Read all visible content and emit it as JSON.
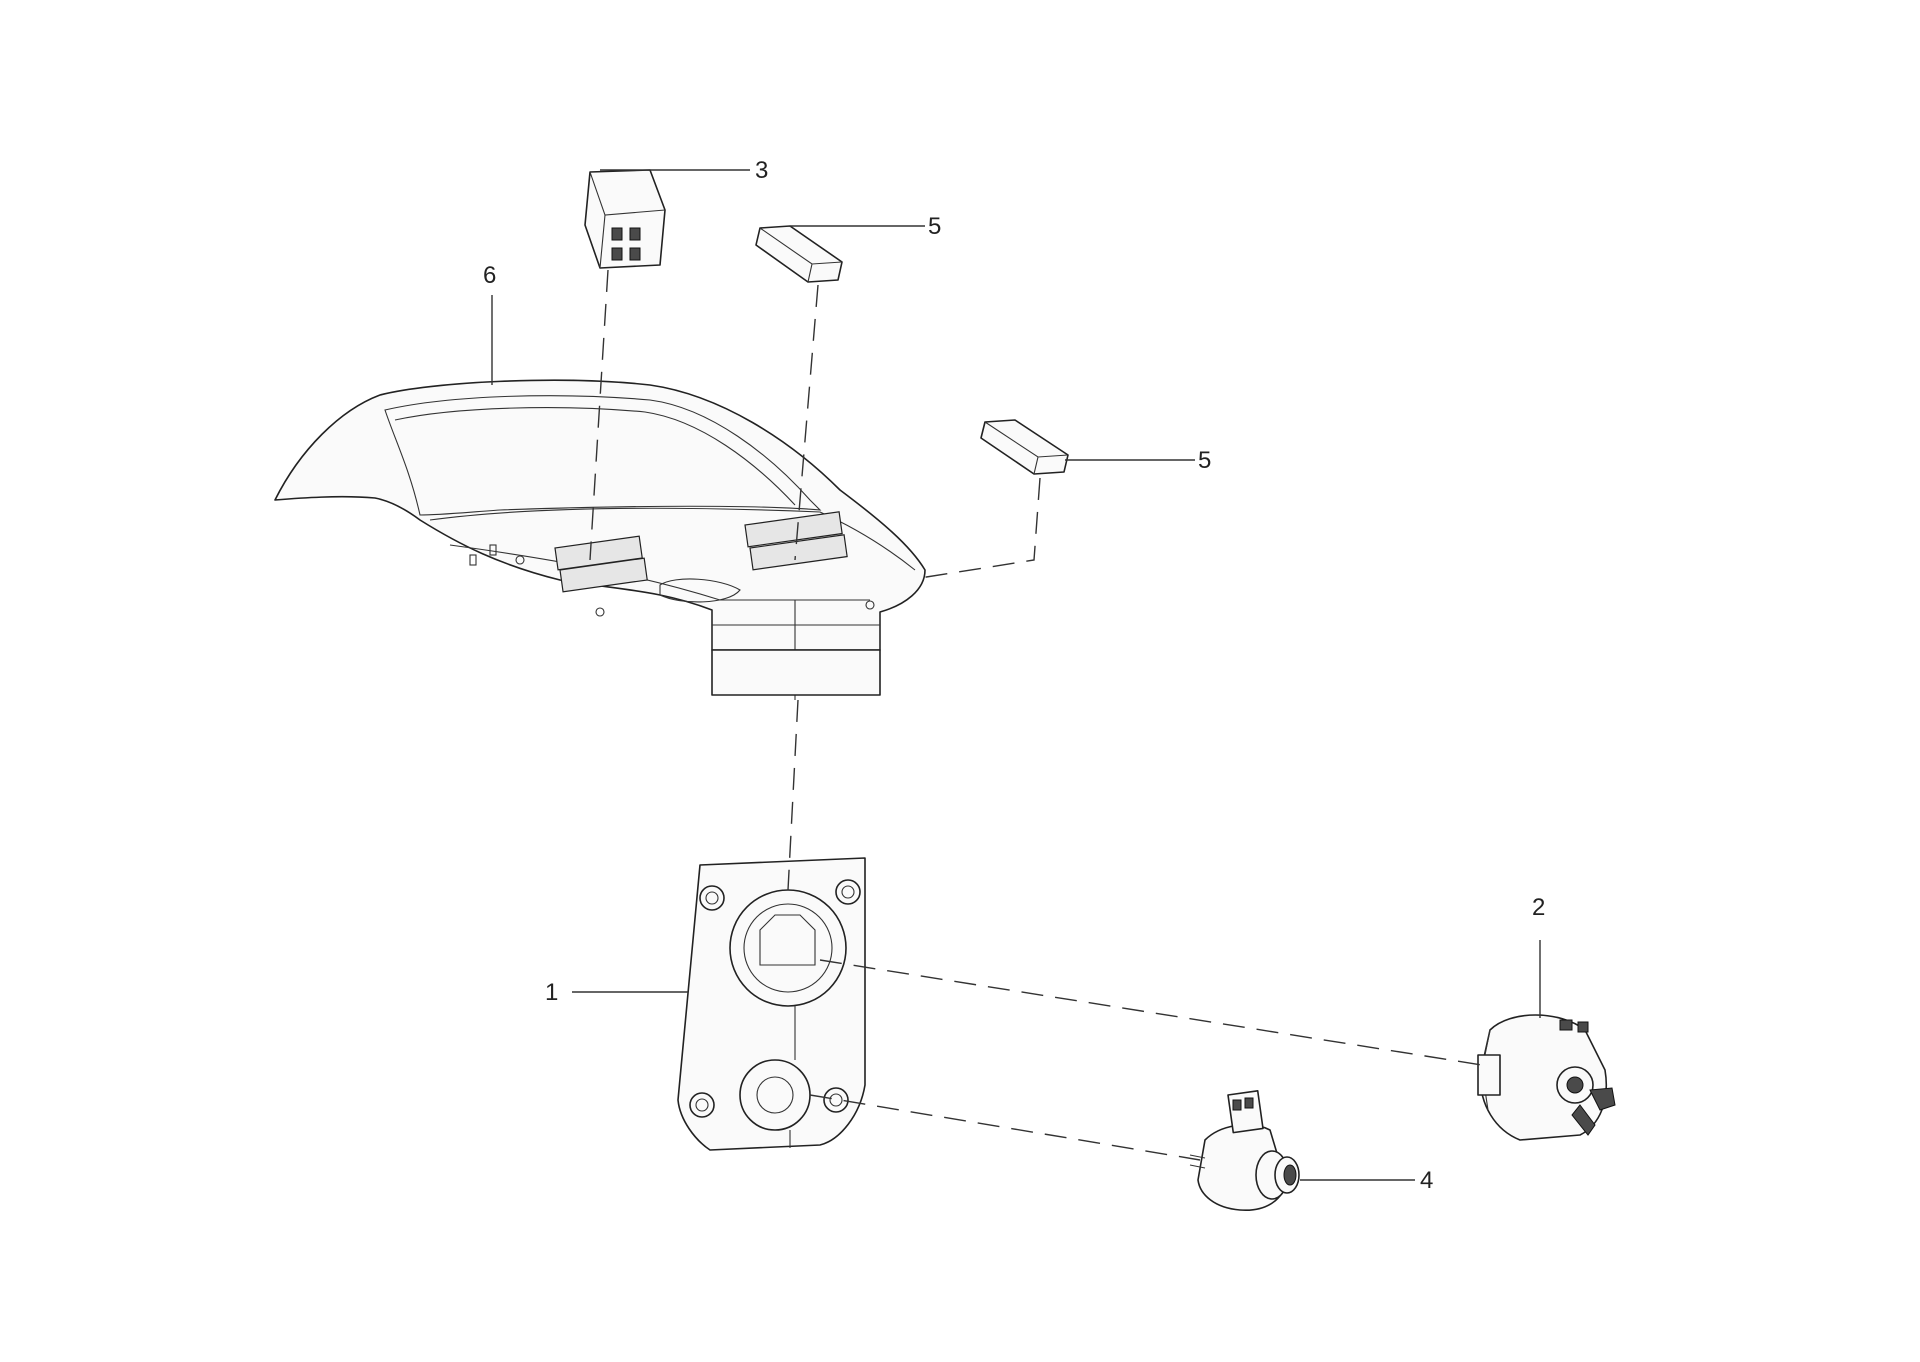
{
  "callouts": [
    {
      "id": "callout-1",
      "label": "1"
    },
    {
      "id": "callout-2",
      "label": "2"
    },
    {
      "id": "callout-3",
      "label": "3"
    },
    {
      "id": "callout-4",
      "label": "4"
    },
    {
      "id": "callout-5a",
      "label": "5"
    },
    {
      "id": "callout-5b",
      "label": "5"
    },
    {
      "id": "callout-6",
      "label": "6"
    }
  ],
  "colors": {
    "line": "#222222",
    "background": "#ffffff"
  }
}
